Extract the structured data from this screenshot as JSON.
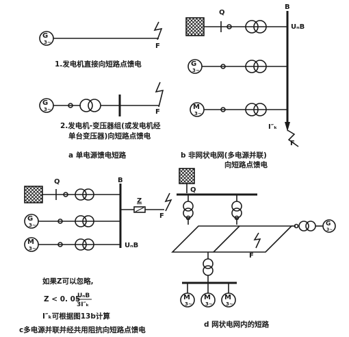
{
  "panel_a": {
    "item1": "1.发电机直接向短路点馈电",
    "item2_line1": "2.发电机-变压器组(或发电机经",
    "item2_line2": "单台变压器)向短路点馈电",
    "caption": "a  单电源馈电短路"
  },
  "panel_b": {
    "Q": "Q",
    "B": "B",
    "Unb": "UₙB",
    "Ik": "I″ₖ",
    "F": "F",
    "caption_line1": "b  非网状电网(多电源并联)",
    "caption_line2": "向短路点馈电"
  },
  "panel_c": {
    "Q": "Q",
    "B": "B",
    "Z": "Z",
    "F": "F",
    "Unb": "UₙB",
    "note1": "如果Z可以忽略,",
    "formula_left": "Z < 0. 05",
    "formula_num": "UₙB",
    "formula_den": "3I″ₖ",
    "note3": "I″ₖ可根据图13b计算",
    "caption": "c多电源并联并经共用阻抗向短路点馈电"
  },
  "panel_d": {
    "Q": "Q",
    "F": "F",
    "caption": "d 网状电网内的短路"
  },
  "symbols": {
    "generator_G": "G",
    "motor_M": "M",
    "three_phase": "3~"
  }
}
